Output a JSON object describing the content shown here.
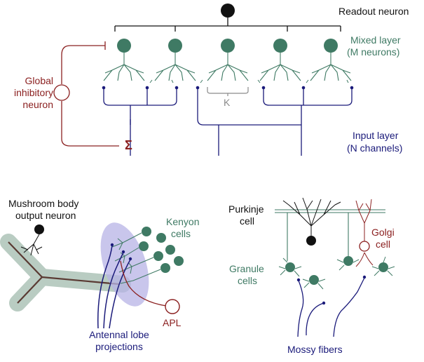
{
  "top": {
    "readout": "Readout neuron",
    "mixed_1": "Mixed layer",
    "mixed_2": "(M neurons)",
    "global_1": "Global",
    "global_2": "inhibitory",
    "global_3": "neuron",
    "k": "K",
    "sigma": "Σ",
    "input_1": "Input layer",
    "input_2": "(N channels)"
  },
  "fly": {
    "mbon_1": "Mushroom body",
    "mbon_2": "output neuron",
    "kenyon_1": "Kenyon",
    "kenyon_2": "cells",
    "apl": "APL",
    "aln_1": "Antennal lobe",
    "aln_2": "projections"
  },
  "cerebellum": {
    "purkinje_1": "Purkinje",
    "purkinje_2": "cell",
    "golgi_1": "Golgi",
    "golgi_2": "cell",
    "granule_1": "Granule",
    "granule_2": "cells",
    "mossy": "Mossy fibers"
  },
  "colors": {
    "green": "#3f7a64",
    "red": "#8b2020",
    "blue": "#1a1a7a",
    "black": "#111111",
    "grey": "#8a8a8a",
    "pale_green": "#b9ccc2",
    "lavender": "#b7b3e6"
  }
}
